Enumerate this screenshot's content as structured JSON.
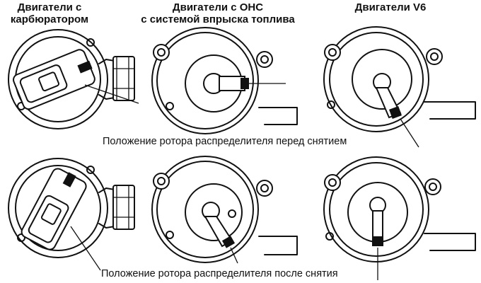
{
  "headers": {
    "carb": [
      "Двигатели с",
      "карбюратором"
    ],
    "ohc": [
      "Двигатели с ОНС",
      "с системой впрыска топлива"
    ],
    "v6": "Двигатели V6"
  },
  "captions": {
    "before": "Положение ротора распределителя перед снятием",
    "after": "Положение ротора распределителя после снятия"
  }
}
